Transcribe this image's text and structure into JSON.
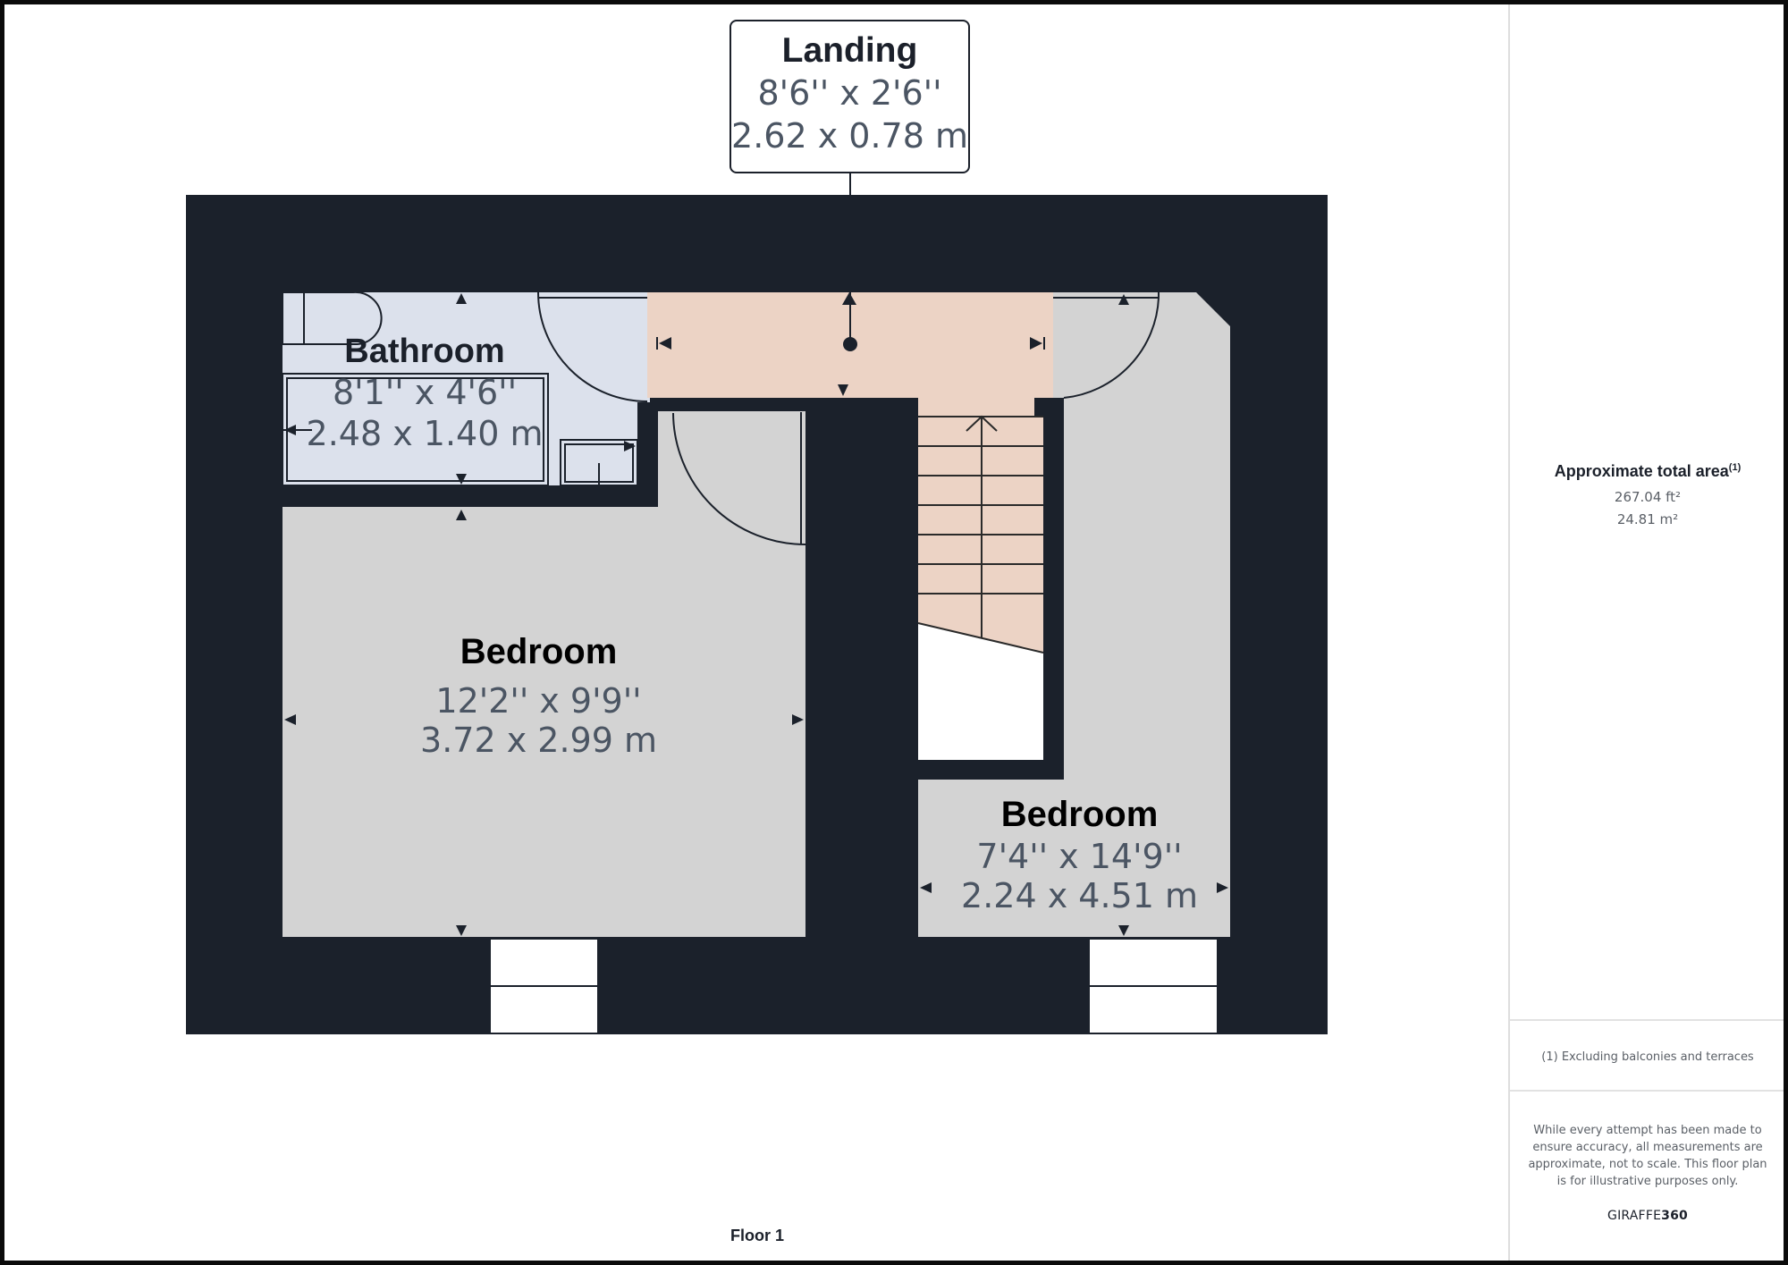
{
  "plan": {
    "floor_label": "Floor 1",
    "colors": {
      "wall": "#1b212b",
      "bathroom": "#dce1ec",
      "landing": "#ecd3c5",
      "bedroom": "#d3d3d3",
      "background": "#ffffff"
    },
    "rooms": [
      {
        "id": "landing",
        "name": "Landing",
        "imperial": "8'6'' x 2'6''",
        "metric": "2.62 x 0.78 m"
      },
      {
        "id": "bathroom",
        "name": "Bathroom",
        "imperial": "8'1'' x 4'6''",
        "metric": "2.48 x 1.40 m"
      },
      {
        "id": "bedroom1",
        "name": "Bedroom",
        "imperial": "12'2'' x 9'9''",
        "metric": "3.72 x 2.99 m"
      },
      {
        "id": "bedroom2",
        "name": "Bedroom",
        "imperial": "7'4'' x 14'9''",
        "metric": "2.24 x 4.51 m"
      }
    ]
  },
  "sidebar": {
    "area_title": "Approximate total area",
    "area_footnote_marker": "(1)",
    "area_ft2": "267.04 ft²",
    "area_m2": "24.81 m²",
    "footnote": "(1) Excluding balconies and terraces",
    "disclaimer": "While every attempt has been made to ensure accuracy, all measurements are approximate, not to scale. This floor plan is for illustrative purposes only.",
    "brand_prefix": "GIRAFFE",
    "brand_suffix": "360"
  }
}
